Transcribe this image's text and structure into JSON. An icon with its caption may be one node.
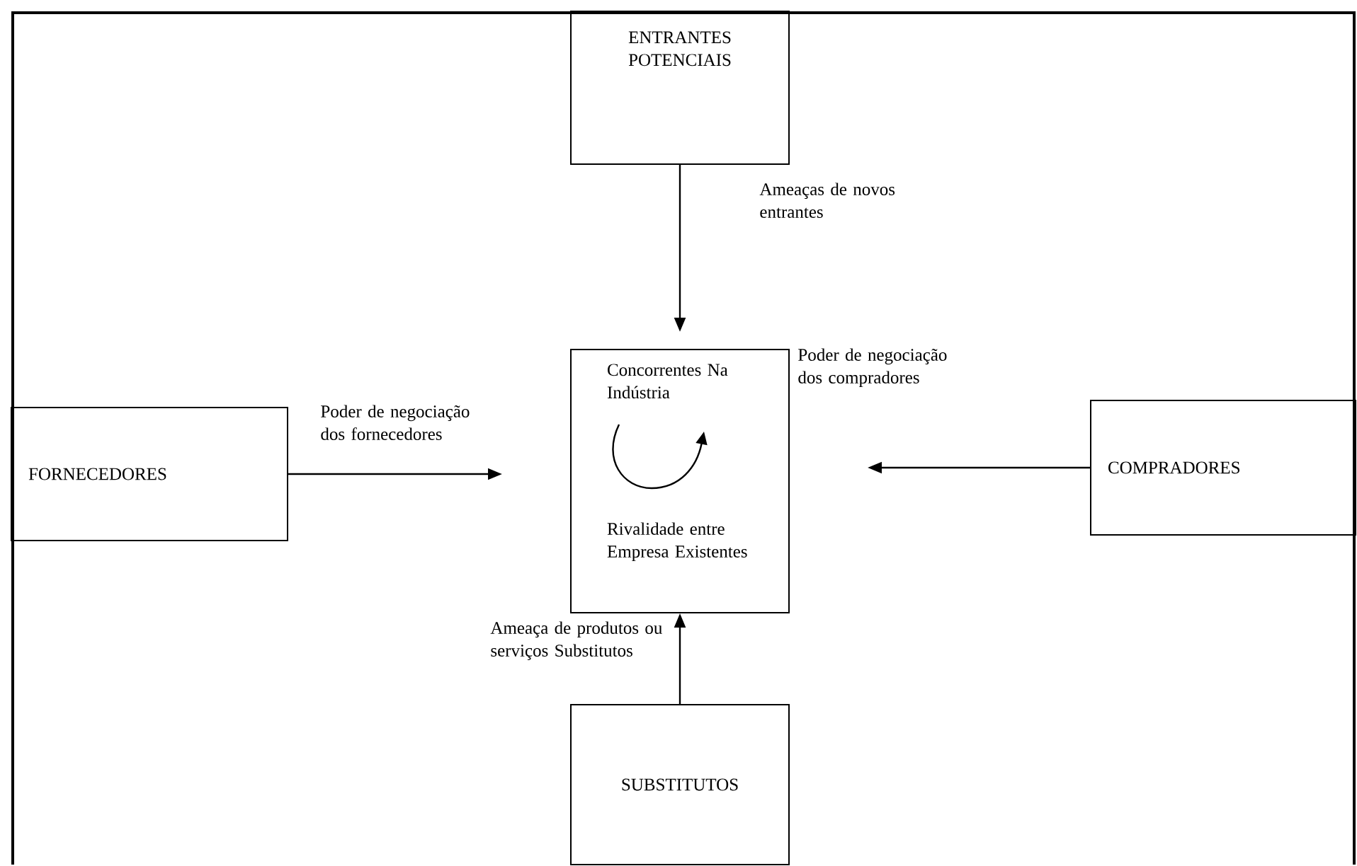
{
  "diagram": {
    "nodes": [
      {
        "text": [
          "ENTRANTES POTENCIAIS"
        ]
      },
      {
        "text": [
          "FORNECEDORES"
        ]
      },
      {
        "text": [
          "Concorrentes Na Indústria",
          "Rivalidade entre Empresa Existentes"
        ]
      },
      {
        "text": [
          "COMPRADORES"
        ]
      },
      {
        "text": [
          "SUBSTITUTOS"
        ]
      }
    ],
    "edges": [
      {
        "from": 0,
        "to": 2,
        "arrow": "to",
        "label": "Ameaças de novos entrantes"
      },
      {
        "from": 1,
        "to": 2,
        "arrow": "to",
        "label": "Poder de negociação dos fornecedores"
      },
      {
        "from": 3,
        "to": 2,
        "arrow": "to",
        "label": "Poder de negociação dos compradores"
      },
      {
        "from": 4,
        "to": 2,
        "arrow": "to",
        "label": "Ameaça de produtos ou serviços Substitutos"
      }
    ]
  }
}
